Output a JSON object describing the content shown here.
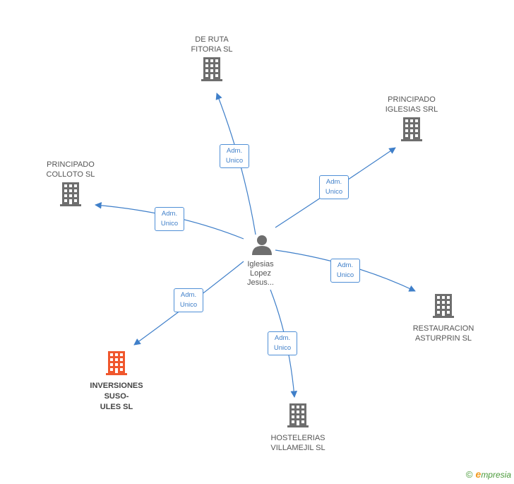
{
  "diagram": {
    "person": {
      "label": "Iglesias\nLopez\nJesus..."
    },
    "companies": [
      {
        "id": "de-ruta",
        "label": "DE RUTA\nFITORIA  SL",
        "highlight": false
      },
      {
        "id": "principado-iglesias",
        "label": "PRINCIPADO\nIGLESIAS SRL",
        "highlight": false
      },
      {
        "id": "principado-colloto",
        "label": "PRINCIPADO\nCOLLOTO  SL",
        "highlight": false
      },
      {
        "id": "restauracion",
        "label": "RESTAURACION\nASTURPRIN  SL",
        "highlight": false
      },
      {
        "id": "hostelerias",
        "label": "HOSTELERIAS\nVILLAMEJIL SL",
        "highlight": false
      },
      {
        "id": "inversiones",
        "label": "INVERSIONES\nSUSO-\nULES SL",
        "highlight": true
      }
    ],
    "relations": [
      {
        "to": "de-ruta",
        "line1": "Adm.",
        "line2": "Unico"
      },
      {
        "to": "principado-iglesias",
        "line1": "Adm.",
        "line2": "Unico"
      },
      {
        "to": "principado-colloto",
        "line1": "Adm.",
        "line2": "Unico"
      },
      {
        "to": "restauracion",
        "line1": "Adm.",
        "line2": "Unico"
      },
      {
        "to": "hostelerias",
        "line1": "Adm.",
        "line2": "Unico"
      },
      {
        "to": "inversiones",
        "line1": "Adm.",
        "line2": "Unico"
      }
    ],
    "colors": {
      "edge": "#3f7fc9",
      "building": "#6e6e6e",
      "building_highlight": "#f0572d",
      "person": "#6e6e6e"
    }
  },
  "footer": {
    "copyright": "©",
    "brand_initial": "e",
    "brand_rest": "mpresia"
  }
}
